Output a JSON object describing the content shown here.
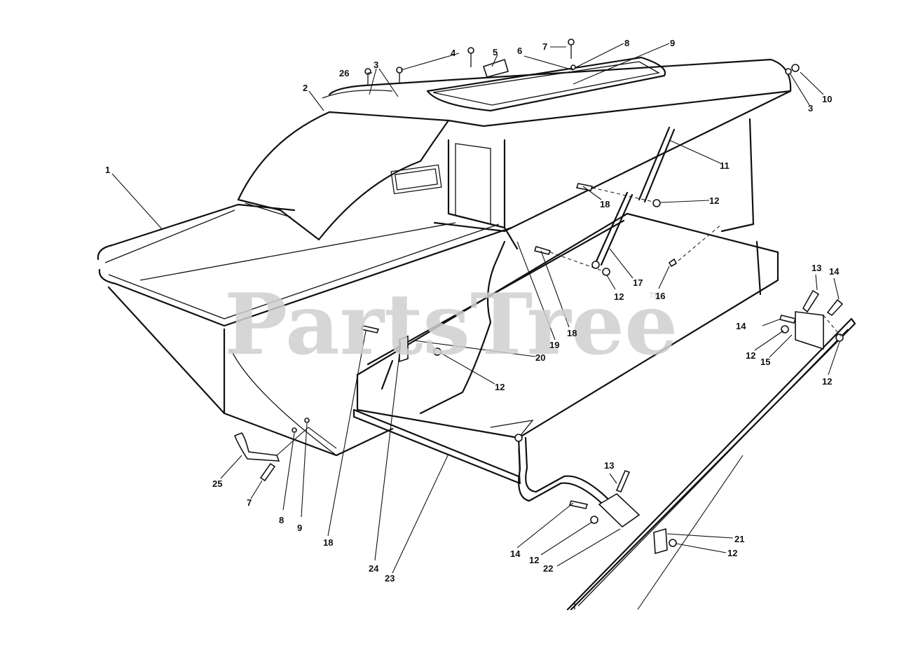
{
  "watermark": {
    "text": "PartsTree",
    "mark": "TM"
  },
  "callouts": [
    {
      "id": "c1",
      "label": "1"
    },
    {
      "id": "c2",
      "label": "2"
    },
    {
      "id": "c3a",
      "label": "3"
    },
    {
      "id": "c26",
      "label": "26"
    },
    {
      "id": "c4",
      "label": "4"
    },
    {
      "id": "c5",
      "label": "5"
    },
    {
      "id": "c6",
      "label": "6"
    },
    {
      "id": "c7a",
      "label": "7"
    },
    {
      "id": "c8a",
      "label": "8"
    },
    {
      "id": "c9a",
      "label": "9"
    },
    {
      "id": "c10",
      "label": "10"
    },
    {
      "id": "c3b",
      "label": "3"
    },
    {
      "id": "c11",
      "label": "11"
    },
    {
      "id": "c18a",
      "label": "18"
    },
    {
      "id": "c12a",
      "label": "12"
    },
    {
      "id": "c16",
      "label": "16"
    },
    {
      "id": "c17",
      "label": "17"
    },
    {
      "id": "c12b",
      "label": "12"
    },
    {
      "id": "c18b",
      "label": "18"
    },
    {
      "id": "c19",
      "label": "19"
    },
    {
      "id": "c20",
      "label": "20"
    },
    {
      "id": "c12c",
      "label": "12"
    },
    {
      "id": "c13a",
      "label": "13"
    },
    {
      "id": "c14a",
      "label": "14"
    },
    {
      "id": "c14b",
      "label": "14"
    },
    {
      "id": "c12d",
      "label": "12"
    },
    {
      "id": "c15",
      "label": "15"
    },
    {
      "id": "c12e",
      "label": "12"
    },
    {
      "id": "c25",
      "label": "25"
    },
    {
      "id": "c7b",
      "label": "7"
    },
    {
      "id": "c8b",
      "label": "8"
    },
    {
      "id": "c9b",
      "label": "9"
    },
    {
      "id": "c18c",
      "label": "18"
    },
    {
      "id": "c24",
      "label": "24"
    },
    {
      "id": "c23",
      "label": "23"
    },
    {
      "id": "c13b",
      "label": "13"
    },
    {
      "id": "c14c",
      "label": "14"
    },
    {
      "id": "c12f",
      "label": "12"
    },
    {
      "id": "c22",
      "label": "22"
    },
    {
      "id": "c21",
      "label": "21"
    },
    {
      "id": "c12g",
      "label": "12"
    }
  ]
}
